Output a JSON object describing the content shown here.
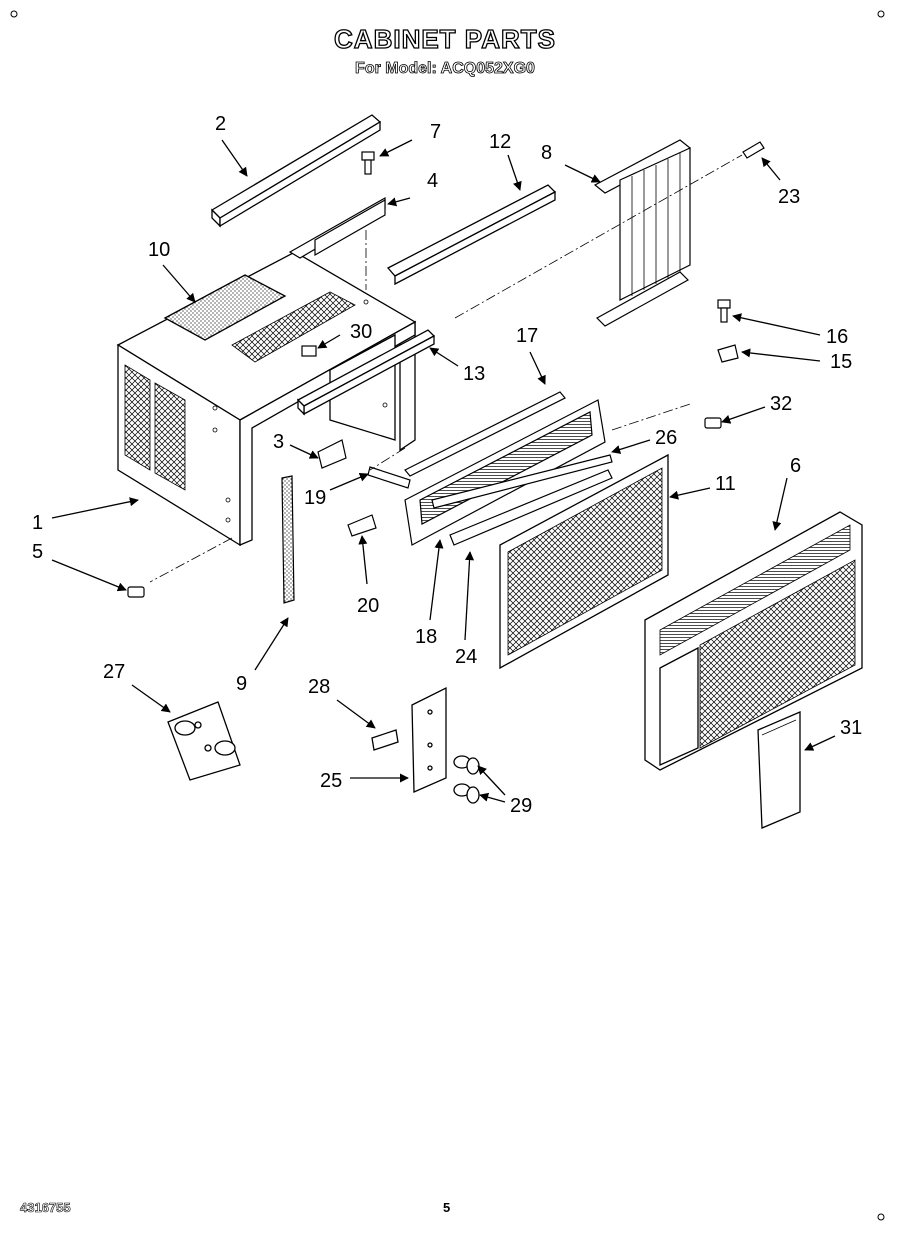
{
  "header": {
    "title": "CABINET PARTS",
    "subtitle": "For Model: ACQ052XG0"
  },
  "footer": {
    "doc_number": "4316755",
    "page_number": "5"
  },
  "callouts": {
    "p1": "1",
    "p2": "2",
    "p3": "3",
    "p4": "4",
    "p5": "5",
    "p6": "6",
    "p7": "7",
    "p8": "8",
    "p9": "9",
    "p10": "10",
    "p11": "11",
    "p12": "12",
    "p13": "13",
    "p15": "15",
    "p16": "16",
    "p17": "17",
    "p18": "18",
    "p19": "19",
    "p20": "20",
    "p23": "23",
    "p24": "24",
    "p25": "25",
    "p26": "26",
    "p27": "27",
    "p28": "28",
    "p29": "29",
    "p30": "30",
    "p31": "31",
    "p32": "32"
  }
}
